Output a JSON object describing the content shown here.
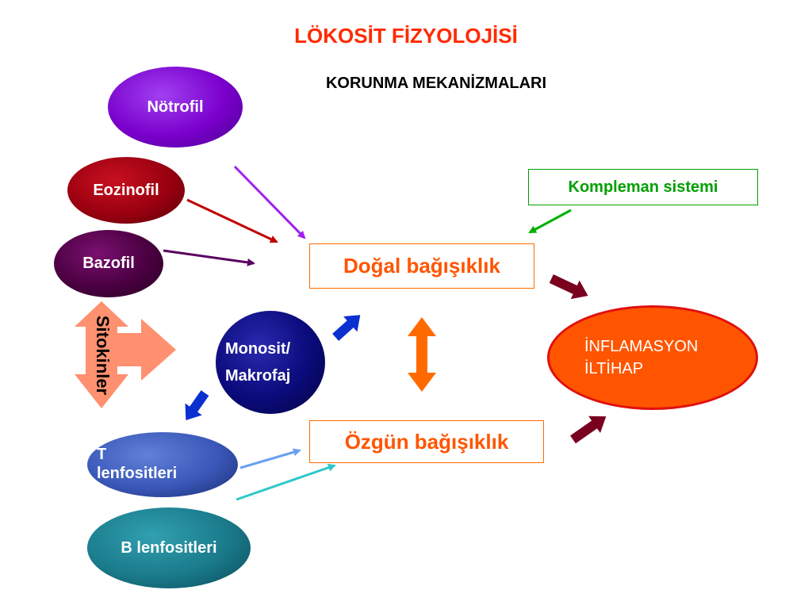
{
  "title": "LÖKOSİT FİZYOLOJİSİ",
  "subtitle": "KORUNMA MEKANİZMALARI",
  "cells": {
    "notrofil": "Nötrofil",
    "eozinofil": "Eozinofil",
    "bazofil": "Bazofil",
    "monosit_line1": "Monosit/",
    "monosit_line2": "Makrofaj",
    "t_line1": "T",
    "t_line2": "lenfositleri",
    "b": "B lenfositleri"
  },
  "sitokinler": "Sitokinler",
  "dogal": "Doğal bağışıklık",
  "ozgun": "Özgün bağışıklık",
  "kompleman": "Kompleman sistemi",
  "inflamasyon_line1": "İNFLAMASYON",
  "inflamasyon_line2": "İLTİHAP",
  "colors": {
    "title": "#ff2a00",
    "notrofil": "#7a00cc",
    "eozinofil": "#9a0010",
    "bazofil": "#4a0040",
    "monosit": "#0a0a7a",
    "t_lenfosit": "#3a58b8",
    "b_lenfosit": "#1a7a8a",
    "inflamasyon": "#ff5500",
    "box_border": "#ff6a00",
    "kompleman": "#00a000"
  }
}
